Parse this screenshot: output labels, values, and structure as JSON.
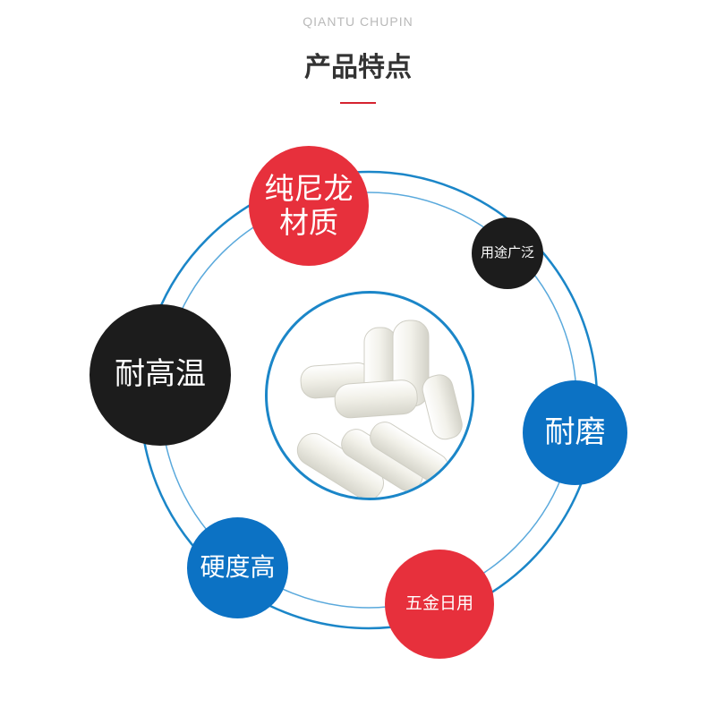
{
  "header": {
    "subtitle": "QIANTU CHUPIN",
    "title": "产品特点"
  },
  "colors": {
    "red": "#e7303c",
    "black": "#1c1c1c",
    "blue": "#0c72c4",
    "ring": "#1b86c8",
    "accent_rule": "#d5232f"
  },
  "features": [
    {
      "label": "纯尼龙\n材质",
      "color": "red"
    },
    {
      "label": "用途广泛",
      "color": "black"
    },
    {
      "label": "耐高温",
      "color": "black"
    },
    {
      "label": "耐磨",
      "color": "blue"
    },
    {
      "label": "硬度高",
      "color": "blue"
    },
    {
      "label": "五金日用",
      "color": "red"
    }
  ],
  "product_image": "white nylon cylindrical rods"
}
